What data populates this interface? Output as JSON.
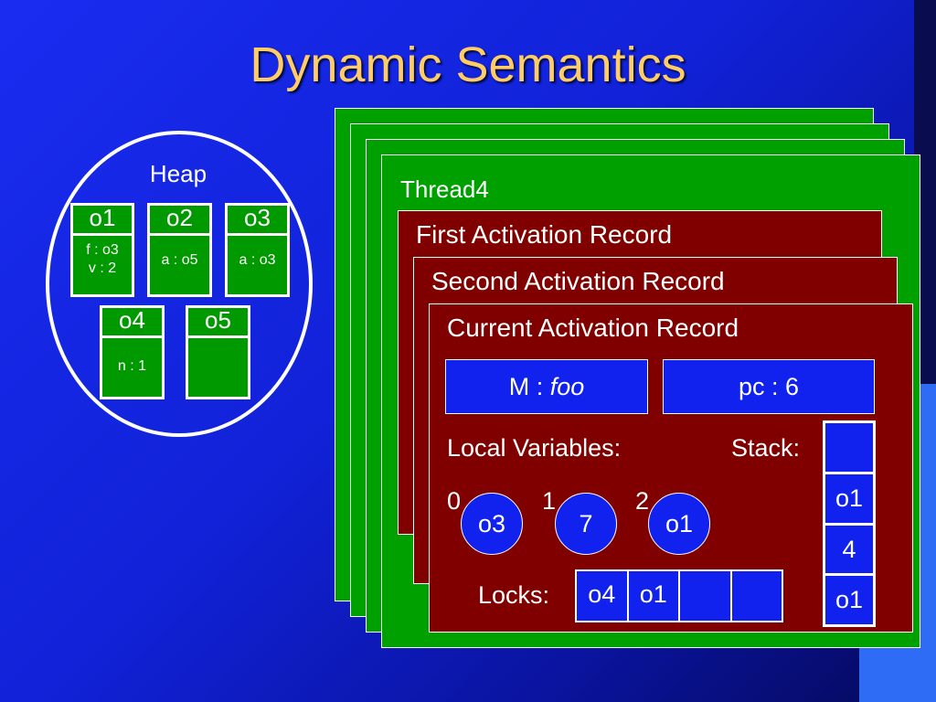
{
  "title": "Dynamic Semantics",
  "heap": {
    "label": "Heap",
    "objects": [
      {
        "name": "o1",
        "lines": [
          "f : o3",
          "v : 2"
        ]
      },
      {
        "name": "o2",
        "lines": [
          "a : o5"
        ]
      },
      {
        "name": "o3",
        "lines": [
          "a : o3"
        ]
      },
      {
        "name": "o4",
        "lines": [
          "n : 1"
        ]
      },
      {
        "name": "o5",
        "lines": []
      }
    ]
  },
  "thread": {
    "label": "Thread4",
    "first_record": "First Activation Record",
    "second_record": "Second Activation Record",
    "current": {
      "label": "Current Activation Record",
      "method_prefix": "M : ",
      "method_name": "foo",
      "pc": "pc : 6",
      "locals_label": "Local Variables:",
      "stack_label": "Stack:",
      "local_indices": [
        "0",
        "1",
        "2"
      ],
      "local_values": [
        "o3",
        "7",
        "o1"
      ],
      "locks_label": "Locks:",
      "locks": [
        "o4",
        "o1",
        "",
        ""
      ],
      "stack": [
        "",
        "o1",
        "4",
        "o1"
      ]
    }
  },
  "colors": {
    "background": "#1122d8",
    "title": "#ffcc66",
    "thread": "#00a000",
    "activation_record": "#800000",
    "value_box": "#1122ee",
    "heap_object": "#009900"
  }
}
